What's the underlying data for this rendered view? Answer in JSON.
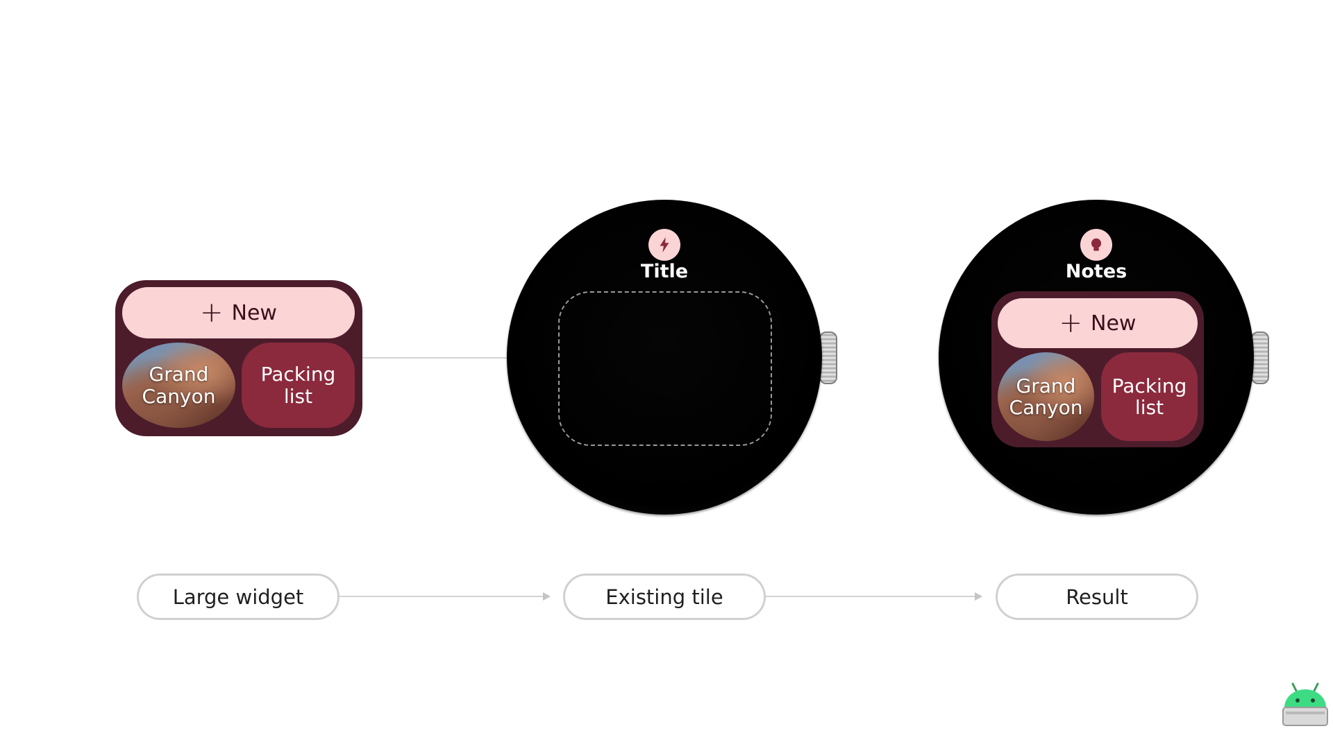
{
  "widget": {
    "new_button": {
      "label": "New",
      "icon": "plus-icon"
    },
    "photo_tile": {
      "line1": "Grand",
      "line2": "Canyon"
    },
    "list_tile": {
      "line1": "Packing",
      "line2": "list"
    }
  },
  "existing_tile": {
    "title": "Title",
    "icon": "bolt-icon"
  },
  "result_tile": {
    "title": "Notes",
    "icon": "lightbulb-icon",
    "new_button": {
      "label": "New",
      "icon": "plus-icon"
    },
    "photo_tile": {
      "line1": "Grand",
      "line2": "Canyon"
    },
    "list_tile": {
      "line1": "Packing",
      "line2": "list"
    }
  },
  "flow_labels": [
    "Large widget",
    "Existing tile",
    "Result"
  ],
  "colors": {
    "accent_pink": "#fbd4d6",
    "widget_bg": "#4c1c2b",
    "list_tile_bg": "#8b2a3d",
    "watch_face": "#000000"
  }
}
